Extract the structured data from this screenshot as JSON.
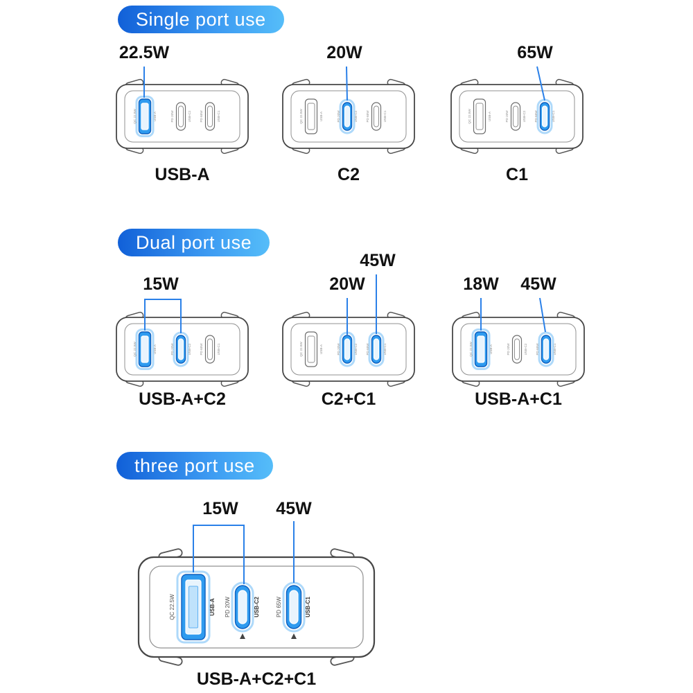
{
  "colors": {
    "accent_dark": "#1160d8",
    "accent_light": "#55bdf9",
    "pointer_line": "#2a80e8",
    "port_highlight": "#2f9bef",
    "text": "#111111"
  },
  "ports": {
    "usba": {
      "spec": "QC 22.5W",
      "name": "USB-A"
    },
    "c2": {
      "spec": "PD 20W",
      "name": "USB-C2"
    },
    "c1": {
      "spec": "PD 65W",
      "name": "USB-C1"
    }
  },
  "sections": [
    {
      "title": "Single port use",
      "chargers": [
        {
          "watts": [
            "22.5W"
          ],
          "caption": "USB-A",
          "highlighted_ports": [
            "USB-A"
          ]
        },
        {
          "watts": [
            "20W"
          ],
          "caption": "C2",
          "highlighted_ports": [
            "C2"
          ]
        },
        {
          "watts": [
            "65W"
          ],
          "caption": "C1",
          "highlighted_ports": [
            "C1"
          ]
        }
      ]
    },
    {
      "title": "Dual port use",
      "chargers": [
        {
          "watts": [
            "15W"
          ],
          "caption": "USB-A+C2",
          "highlighted_ports": [
            "USB-A",
            "C2"
          ]
        },
        {
          "watts": [
            "20W",
            "45W"
          ],
          "caption": "C2+C1",
          "highlighted_ports": [
            "C2",
            "C1"
          ]
        },
        {
          "watts": [
            "18W",
            "45W"
          ],
          "caption": "USB-A+C1",
          "highlighted_ports": [
            "USB-A",
            "C1"
          ]
        }
      ]
    },
    {
      "title": "three port use",
      "chargers": [
        {
          "watts": [
            "15W",
            "45W"
          ],
          "caption": "USB-A+C2+C1",
          "highlighted_ports": [
            "USB-A",
            "C2",
            "C1"
          ]
        }
      ]
    }
  ]
}
